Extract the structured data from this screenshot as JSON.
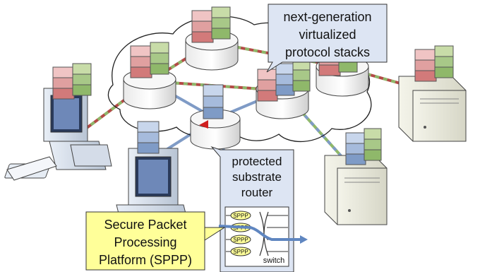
{
  "callouts": {
    "virtualized": [
      "next-generation",
      "virtualized",
      "protocol stacks"
    ],
    "router": [
      "protected",
      "substrate",
      "router"
    ],
    "sppp": [
      "Secure Packet",
      "Processing",
      "Platform (SPPP)"
    ]
  },
  "switch_panel": {
    "chip_label": "SPPP",
    "switch_label": "switch"
  },
  "colors": {
    "red_stack": "#d8888a",
    "green_stack": "#8fb86a",
    "blue_stack": "#7f9bc6",
    "callout_fill": "#dde5f3",
    "sppp_fill": "#ffff99",
    "link_blue": "#7f9bc6",
    "link_red": "#b34a46",
    "link_green": "#8fb86a"
  }
}
